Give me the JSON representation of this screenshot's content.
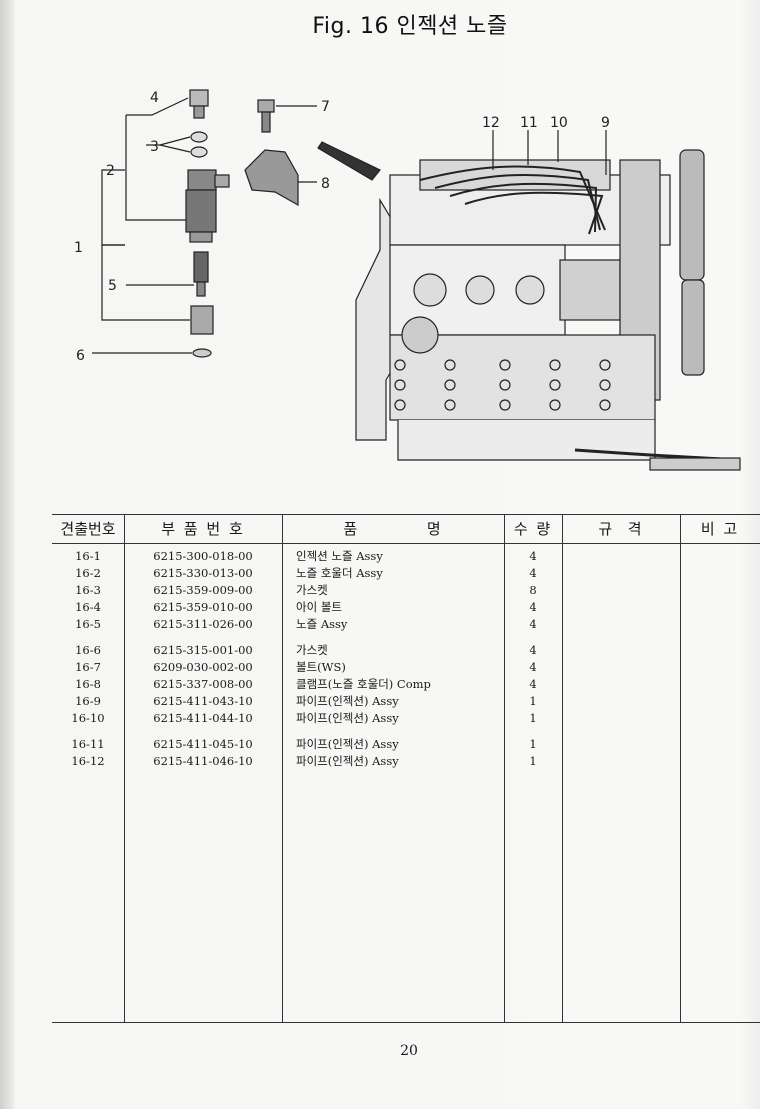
{
  "title": "Fig. 16  인젝션 노즐",
  "figure": {
    "callouts": [
      "1",
      "2",
      "3",
      "4",
      "5",
      "6",
      "7",
      "8",
      "9",
      "10",
      "11",
      "12"
    ]
  },
  "table": {
    "headers": [
      "견출번호",
      "부 품 번 호",
      "품          명",
      "수 량",
      "규  격",
      "비 고"
    ],
    "rows": [
      {
        "no": "16-1",
        "part": "6215-300-018-00",
        "name": "인젝션 노즐 Assy",
        "qty": "4",
        "gap": false
      },
      {
        "no": "16-2",
        "part": "6215-330-013-00",
        "name": "노즐 호울더 Assy",
        "qty": "4",
        "gap": false
      },
      {
        "no": "16-3",
        "part": "6215-359-009-00",
        "name": "가스켓",
        "qty": "8",
        "gap": false
      },
      {
        "no": "16-4",
        "part": "6215-359-010-00",
        "name": "아이 볼트",
        "qty": "4",
        "gap": false
      },
      {
        "no": "16-5",
        "part": "6215-311-026-00",
        "name": "노즐 Assy",
        "qty": "4",
        "gap": false
      },
      {
        "no": "16-6",
        "part": "6215-315-001-00",
        "name": "가스켓",
        "qty": "4",
        "gap": true
      },
      {
        "no": "16-7",
        "part": "6209-030-002-00",
        "name": "볼트(WS)",
        "qty": "4",
        "gap": false
      },
      {
        "no": "16-8",
        "part": "6215-337-008-00",
        "name": "클램프(노즐 호울더) Comp",
        "qty": "4",
        "gap": false
      },
      {
        "no": "16-9",
        "part": "6215-411-043-10",
        "name": "파이프(인젝션) Assy",
        "qty": "1",
        "gap": false
      },
      {
        "no": "16-10",
        "part": "6215-411-044-10",
        "name": "파이프(인젝션) Assy",
        "qty": "1",
        "gap": false
      },
      {
        "no": "16-11",
        "part": "6215-411-045-10",
        "name": "파이프(인젝션) Assy",
        "qty": "1",
        "gap": true
      },
      {
        "no": "16-12",
        "part": "6215-411-046-10",
        "name": "파이프(인젝션) Assy",
        "qty": "1",
        "gap": false
      }
    ]
  },
  "page_number": "20"
}
